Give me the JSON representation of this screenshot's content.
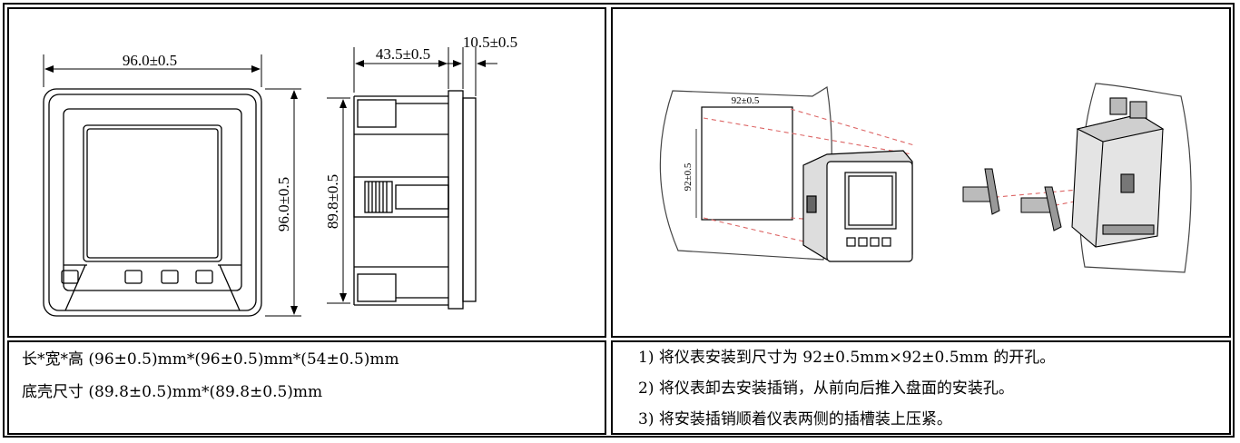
{
  "drawing": {
    "front_width_dim": "96.0±0.5",
    "front_height_dim": "96.0±0.5",
    "side_depth_dim": "43.5±0.5",
    "side_bezel_dim": "10.5±0.5",
    "case_height_dim": "89.8±0.5"
  },
  "install": {
    "cutout_width_dim": "92±0.5",
    "cutout_height_dim": "92±0.5"
  },
  "specs": {
    "dimensions_line": "长*宽*高  (96±0.5)mm*(96±0.5)mm*(54±0.5)mm",
    "case_line": "底壳尺寸  (89.8±0.5)mm*(89.8±0.5)mm"
  },
  "steps": [
    "1)  将仪表安装到尺寸为 92±0.5mm×92±0.5mm 的开孔。",
    "2)  将仪表卸去安装插销，从前向后推入盘面的安装孔。",
    "3)  将安装插销顺着仪表两侧的插槽装上压紧。"
  ]
}
